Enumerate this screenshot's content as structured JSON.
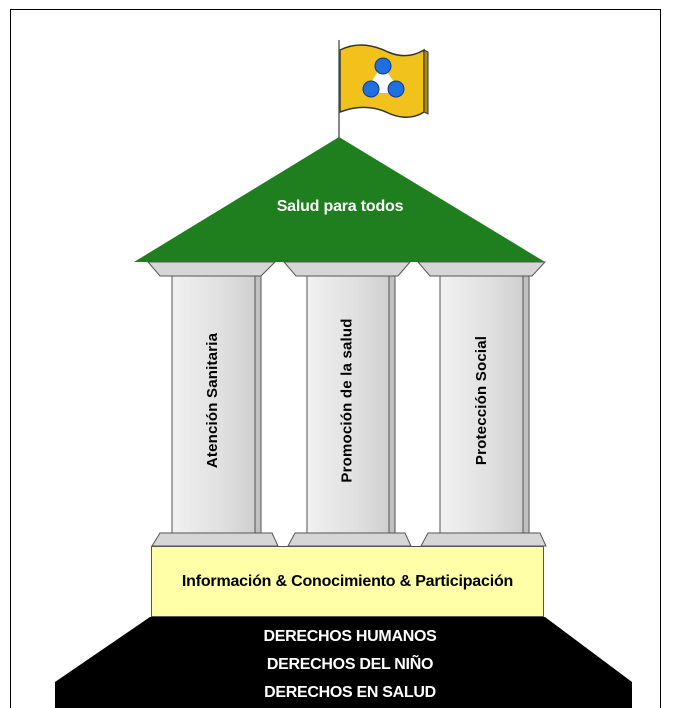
{
  "roof": {
    "title": "Salud para todos"
  },
  "pillars": [
    {
      "label": "Atención Sanitaria"
    },
    {
      "label": "Promoción de la salud"
    },
    {
      "label": "Protección Social"
    }
  ],
  "foundation_band": {
    "label": "Información & Conocimiento & Participación"
  },
  "base": {
    "lines": [
      "DERECHOS HUMANOS",
      "DERECHOS DEL NIÑO",
      "DERECHOS EN SALUD"
    ]
  },
  "flag": {
    "icon": "three-circles-logo-icon",
    "color": "#f2c21c",
    "dot_color": "#1f6fe0"
  },
  "colors": {
    "roof": "#1f7f1f",
    "pillar": "#e2e2e2",
    "band": "#ffffa8",
    "base": "#000000"
  }
}
